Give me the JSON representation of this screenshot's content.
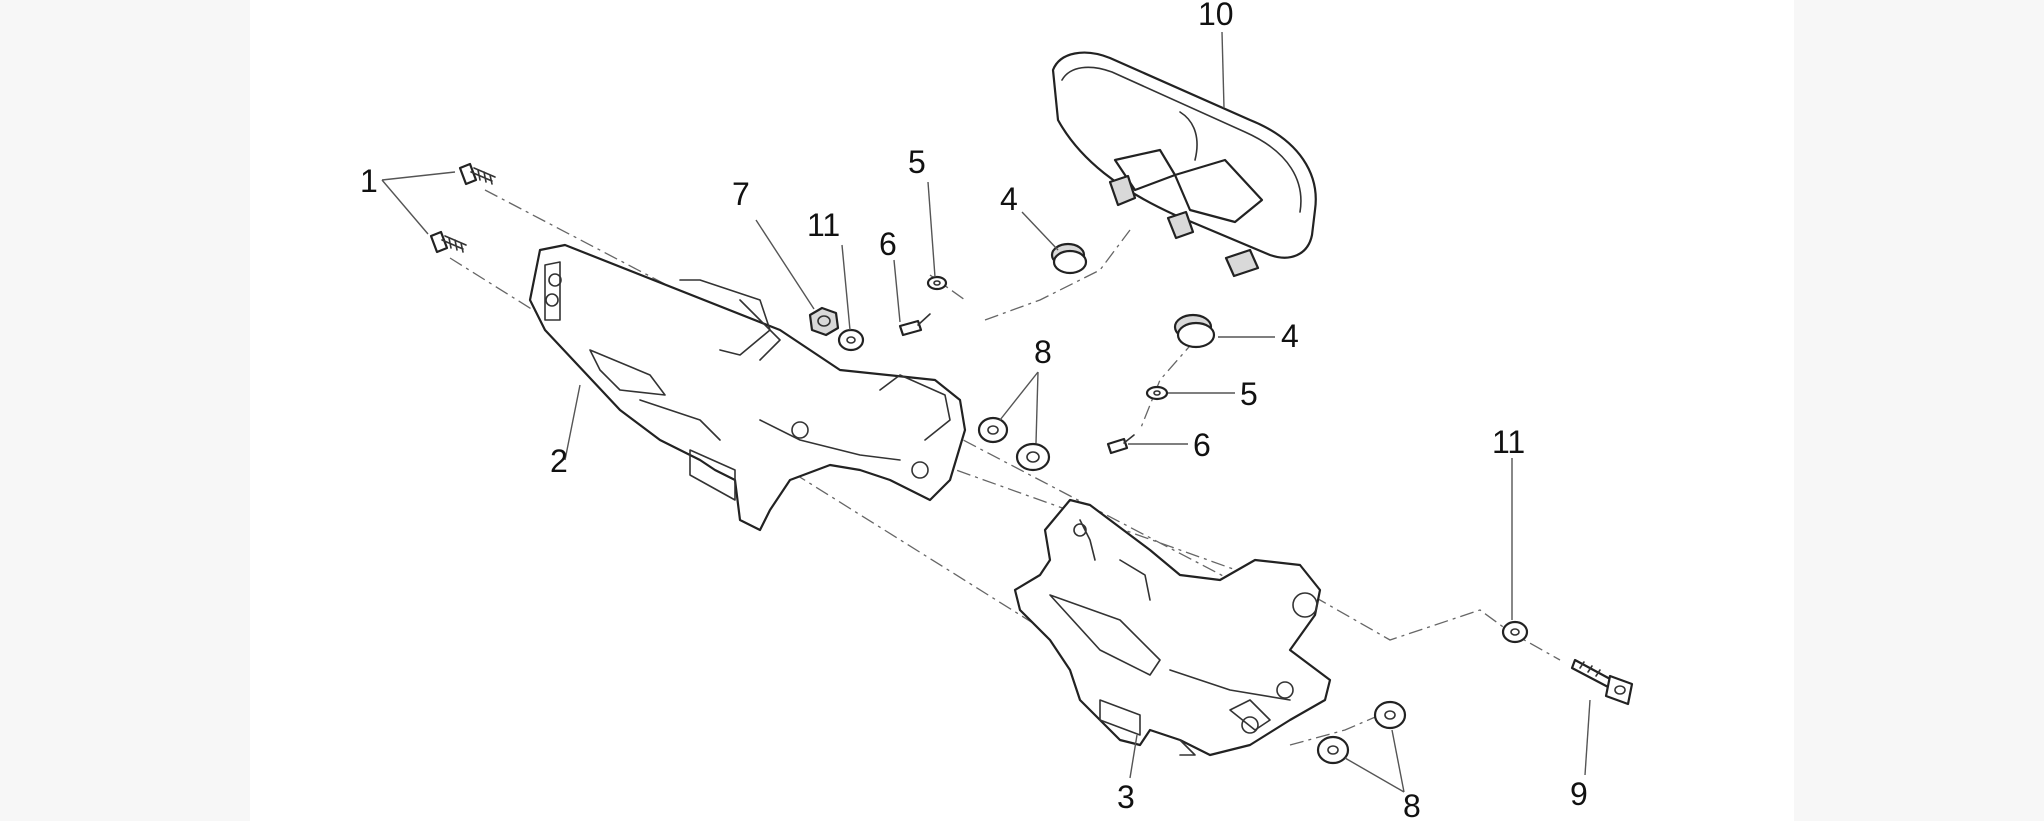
{
  "diagram": {
    "callouts": [
      {
        "id": "c1",
        "text": "1"
      },
      {
        "id": "c2",
        "text": "2"
      },
      {
        "id": "c3",
        "text": "3"
      },
      {
        "id": "c4a",
        "text": "4"
      },
      {
        "id": "c4b",
        "text": "4"
      },
      {
        "id": "c5a",
        "text": "5"
      },
      {
        "id": "c5b",
        "text": "5"
      },
      {
        "id": "c6a",
        "text": "6"
      },
      {
        "id": "c6b",
        "text": "6"
      },
      {
        "id": "c7",
        "text": "7"
      },
      {
        "id": "c8a",
        "text": "8"
      },
      {
        "id": "c8b",
        "text": "8"
      },
      {
        "id": "c9",
        "text": "9"
      },
      {
        "id": "c10",
        "text": "10"
      },
      {
        "id": "c11a",
        "text": "11"
      },
      {
        "id": "c11b",
        "text": "11"
      }
    ]
  }
}
